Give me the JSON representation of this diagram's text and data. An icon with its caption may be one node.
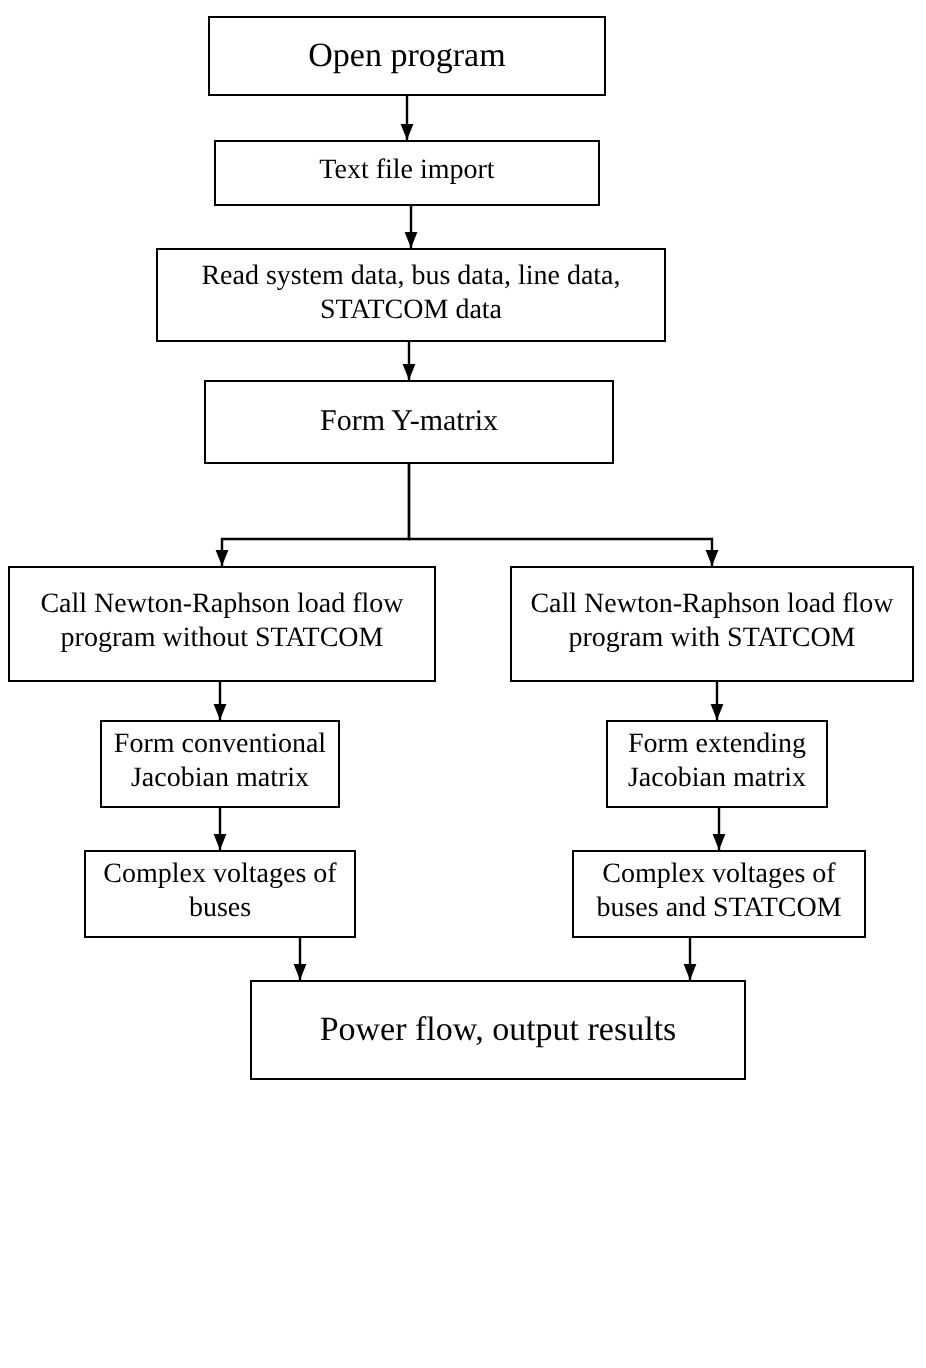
{
  "diagram": {
    "nodes": [
      {
        "text": [
          "Open program"
        ]
      },
      {
        "text": [
          "Text file import"
        ]
      },
      {
        "text": [
          "Read system data, bus data, line data, STATCOM data"
        ]
      },
      {
        "text": [
          "Form Y-matrix"
        ]
      },
      {
        "text": [
          "Call Newton-Raphson load flow program without STATCOM"
        ]
      },
      {
        "text": [
          "Call Newton-Raphson load flow program with STATCOM"
        ]
      },
      {
        "text": [
          "Form conventional Jacobian matrix"
        ]
      },
      {
        "text": [
          "Form extending Jacobian matrix"
        ]
      },
      {
        "text": [
          "Complex voltages of buses"
        ]
      },
      {
        "text": [
          "Complex voltages of buses and STATCOM"
        ]
      },
      {
        "text": [
          "Power flow, output results"
        ]
      }
    ],
    "edges": [
      {
        "from": 0,
        "to": 1,
        "arrow": "to"
      },
      {
        "from": 1,
        "to": 2,
        "arrow": "to"
      },
      {
        "from": 2,
        "to": 3,
        "arrow": "to"
      },
      {
        "from": 3,
        "to": 4,
        "arrow": "to"
      },
      {
        "from": 3,
        "to": 5,
        "arrow": "to"
      },
      {
        "from": 4,
        "to": 6,
        "arrow": "to"
      },
      {
        "from": 5,
        "to": 7,
        "arrow": "to"
      },
      {
        "from": 6,
        "to": 8,
        "arrow": "to"
      },
      {
        "from": 7,
        "to": 9,
        "arrow": "to"
      },
      {
        "from": 8,
        "to": 10,
        "arrow": "to"
      },
      {
        "from": 9,
        "to": 10,
        "arrow": "to"
      }
    ]
  }
}
